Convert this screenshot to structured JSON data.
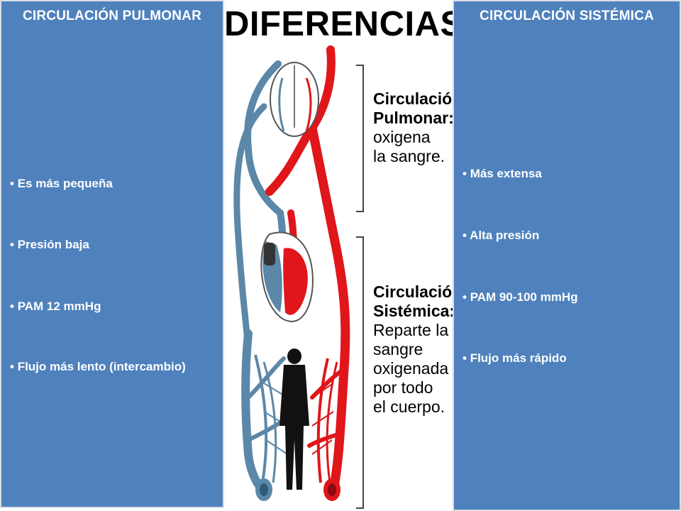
{
  "title": "DIFERENCIAS",
  "left_panel": {
    "title": "CIRCULACIÓN PULMONAR",
    "items": [
      "Es más pequeña",
      "Presión baja",
      "PAM 12 mmHg",
      "Flujo más lento (intercambio)"
    ]
  },
  "right_panel": {
    "title": "CIRCULACIÓN SISTÉMICA",
    "items": [
      "Más extensa",
      "Alta presión",
      "PAM 90-100 mmHg",
      "Flujo más rápido"
    ]
  },
  "diagram": {
    "pulmonary": {
      "heading_1": "Circulación",
      "heading_2": "Pulmonar:",
      "text_1": "oxigena",
      "text_2": "la sangre."
    },
    "systemic": {
      "heading_1": "Circulación",
      "heading_2": "Sistémica:",
      "text_1": "Reparte la",
      "text_2": "sangre",
      "text_3": "oxigenada",
      "text_4": "por todo",
      "text_5": "el cuerpo."
    }
  },
  "colors": {
    "panel": "#4f81bd",
    "arterial": "#e0161b",
    "venous": "#5b87a8",
    "text": "#000000"
  }
}
